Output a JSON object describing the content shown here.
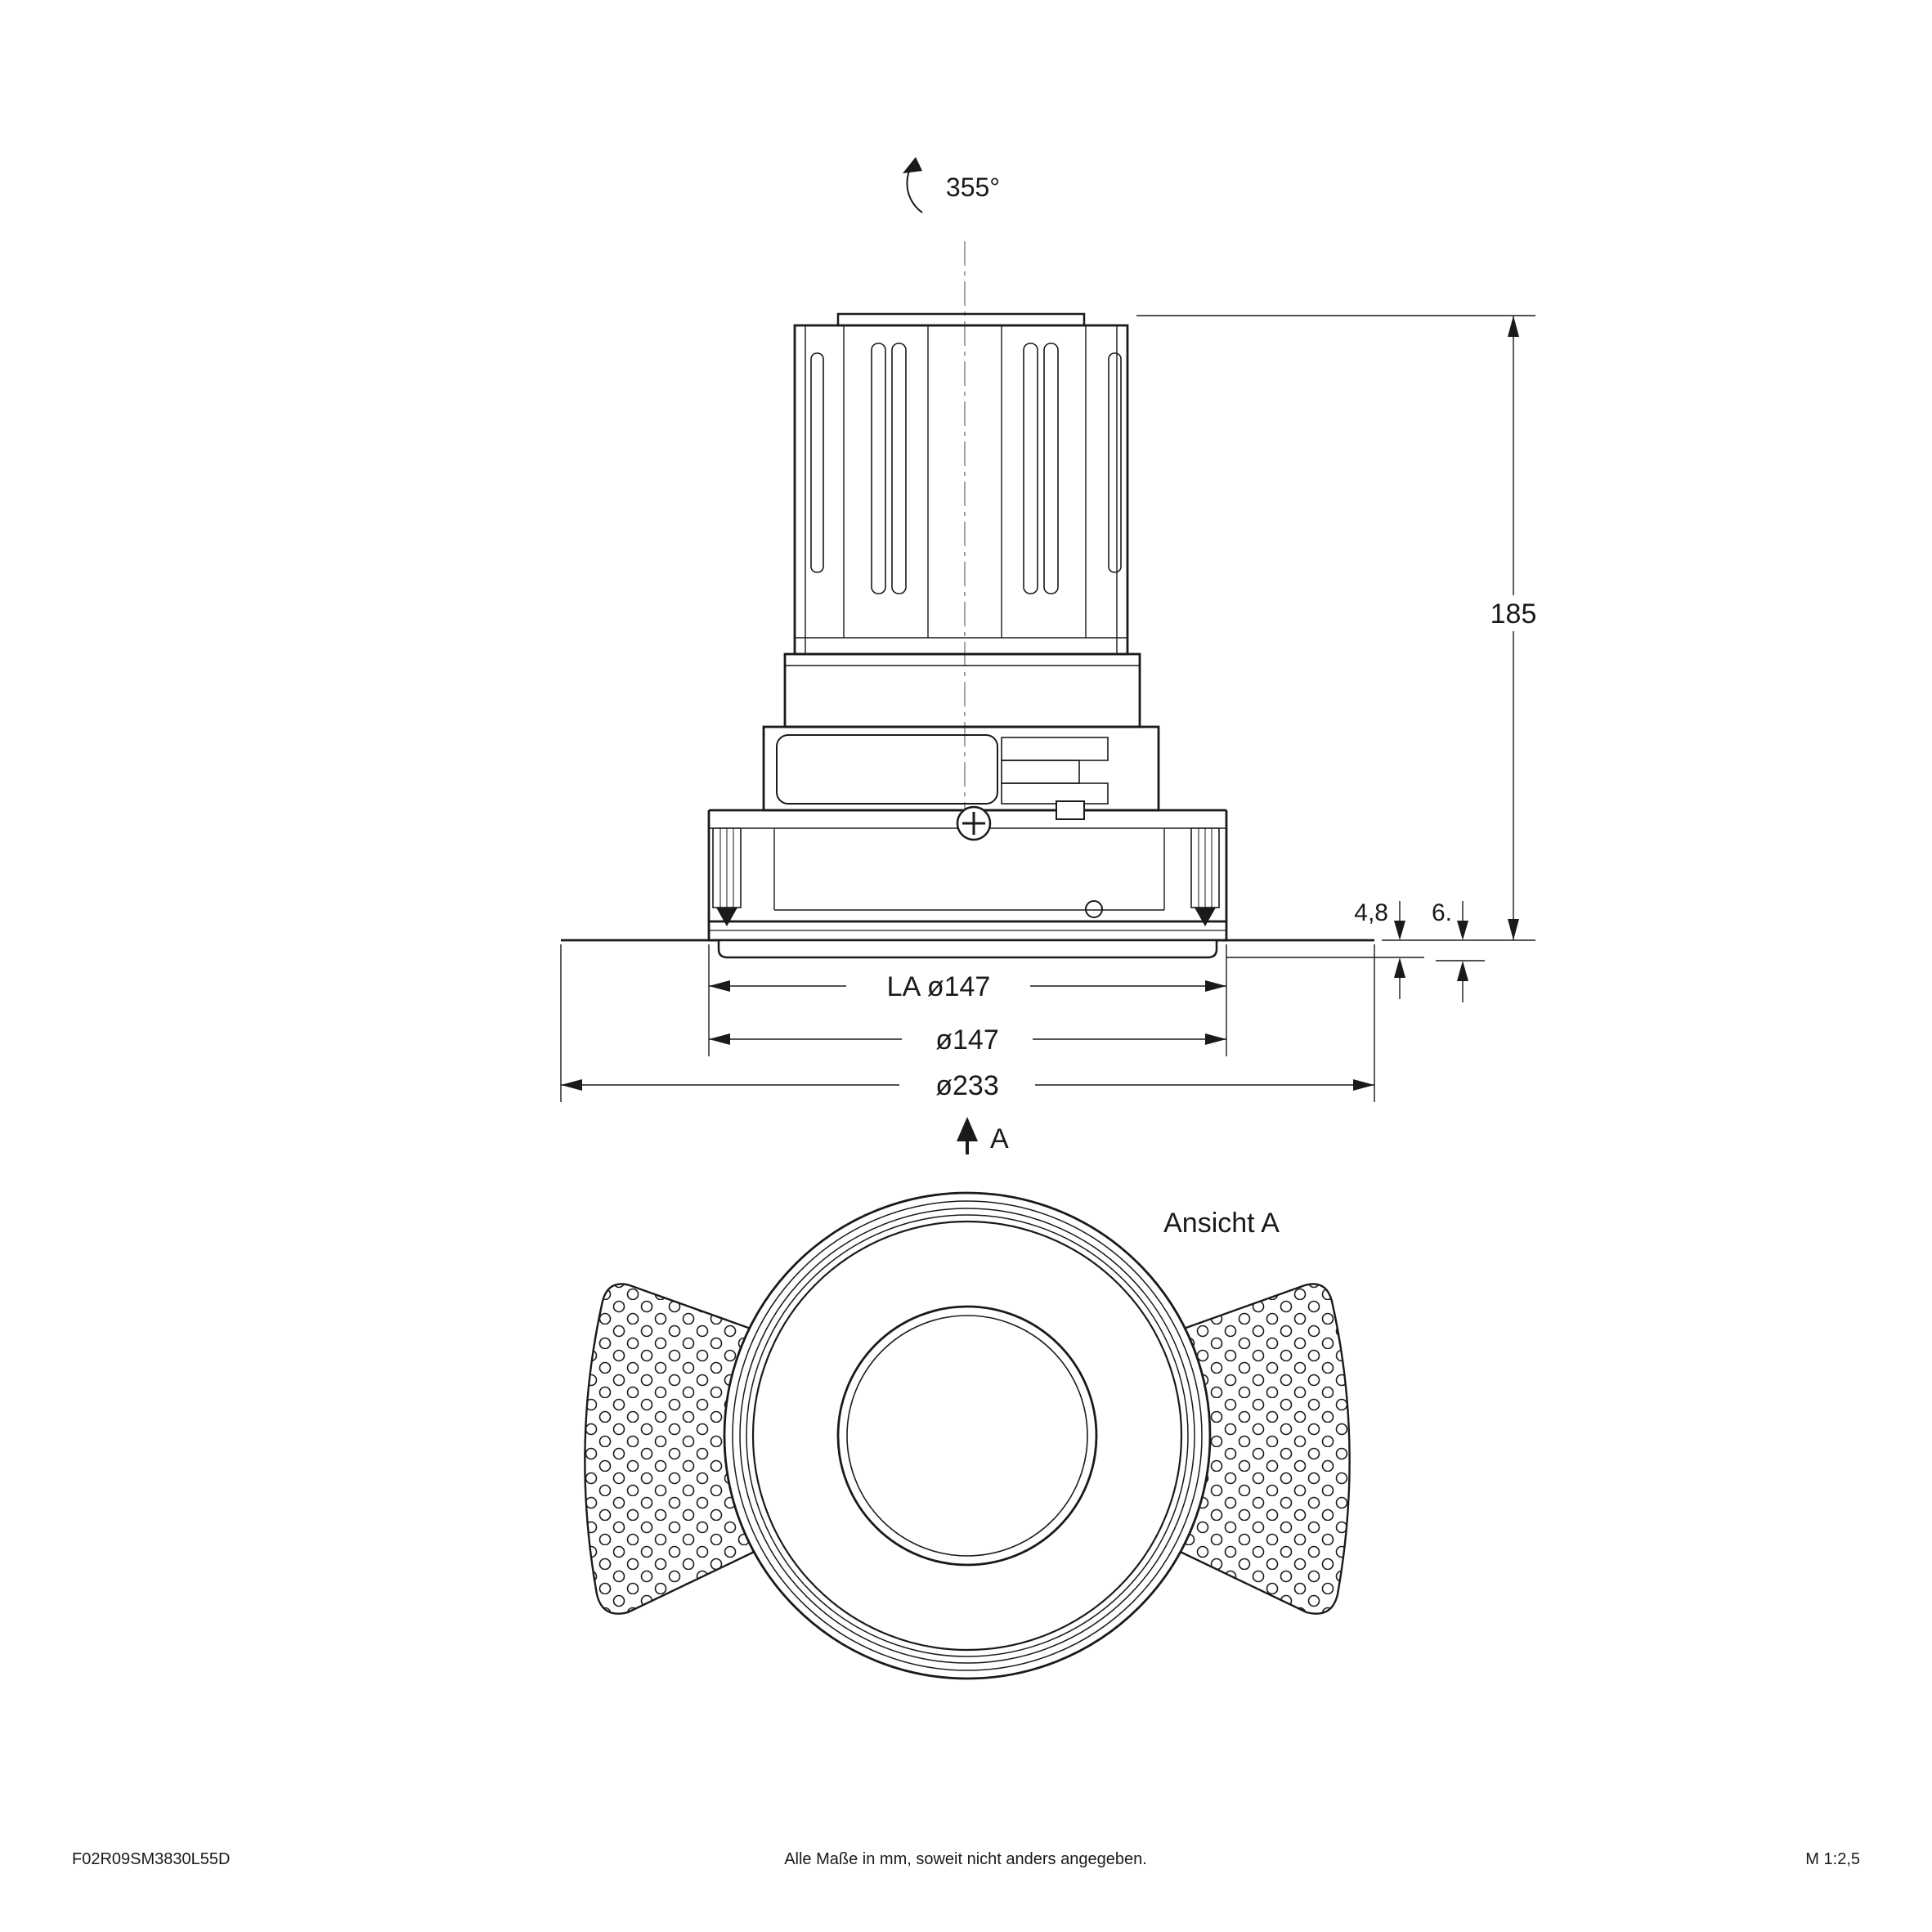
{
  "annotations": {
    "rotation": "355°",
    "height": "185",
    "recess_small": "4,8",
    "recess_total": "6.",
    "cutout": "LA ø147",
    "diameter_trim": "ø147",
    "diameter_outer": "ø233",
    "view_arrow": "A",
    "view_title": "Ansicht A"
  },
  "footer": {
    "article": "F02R09SM3830L55D",
    "note": "Alle Maße in mm, soweit nicht anders angegeben.",
    "scale": "M 1:2,5"
  },
  "colors": {
    "line": "#1a1a1a",
    "background": "#ffffff"
  }
}
